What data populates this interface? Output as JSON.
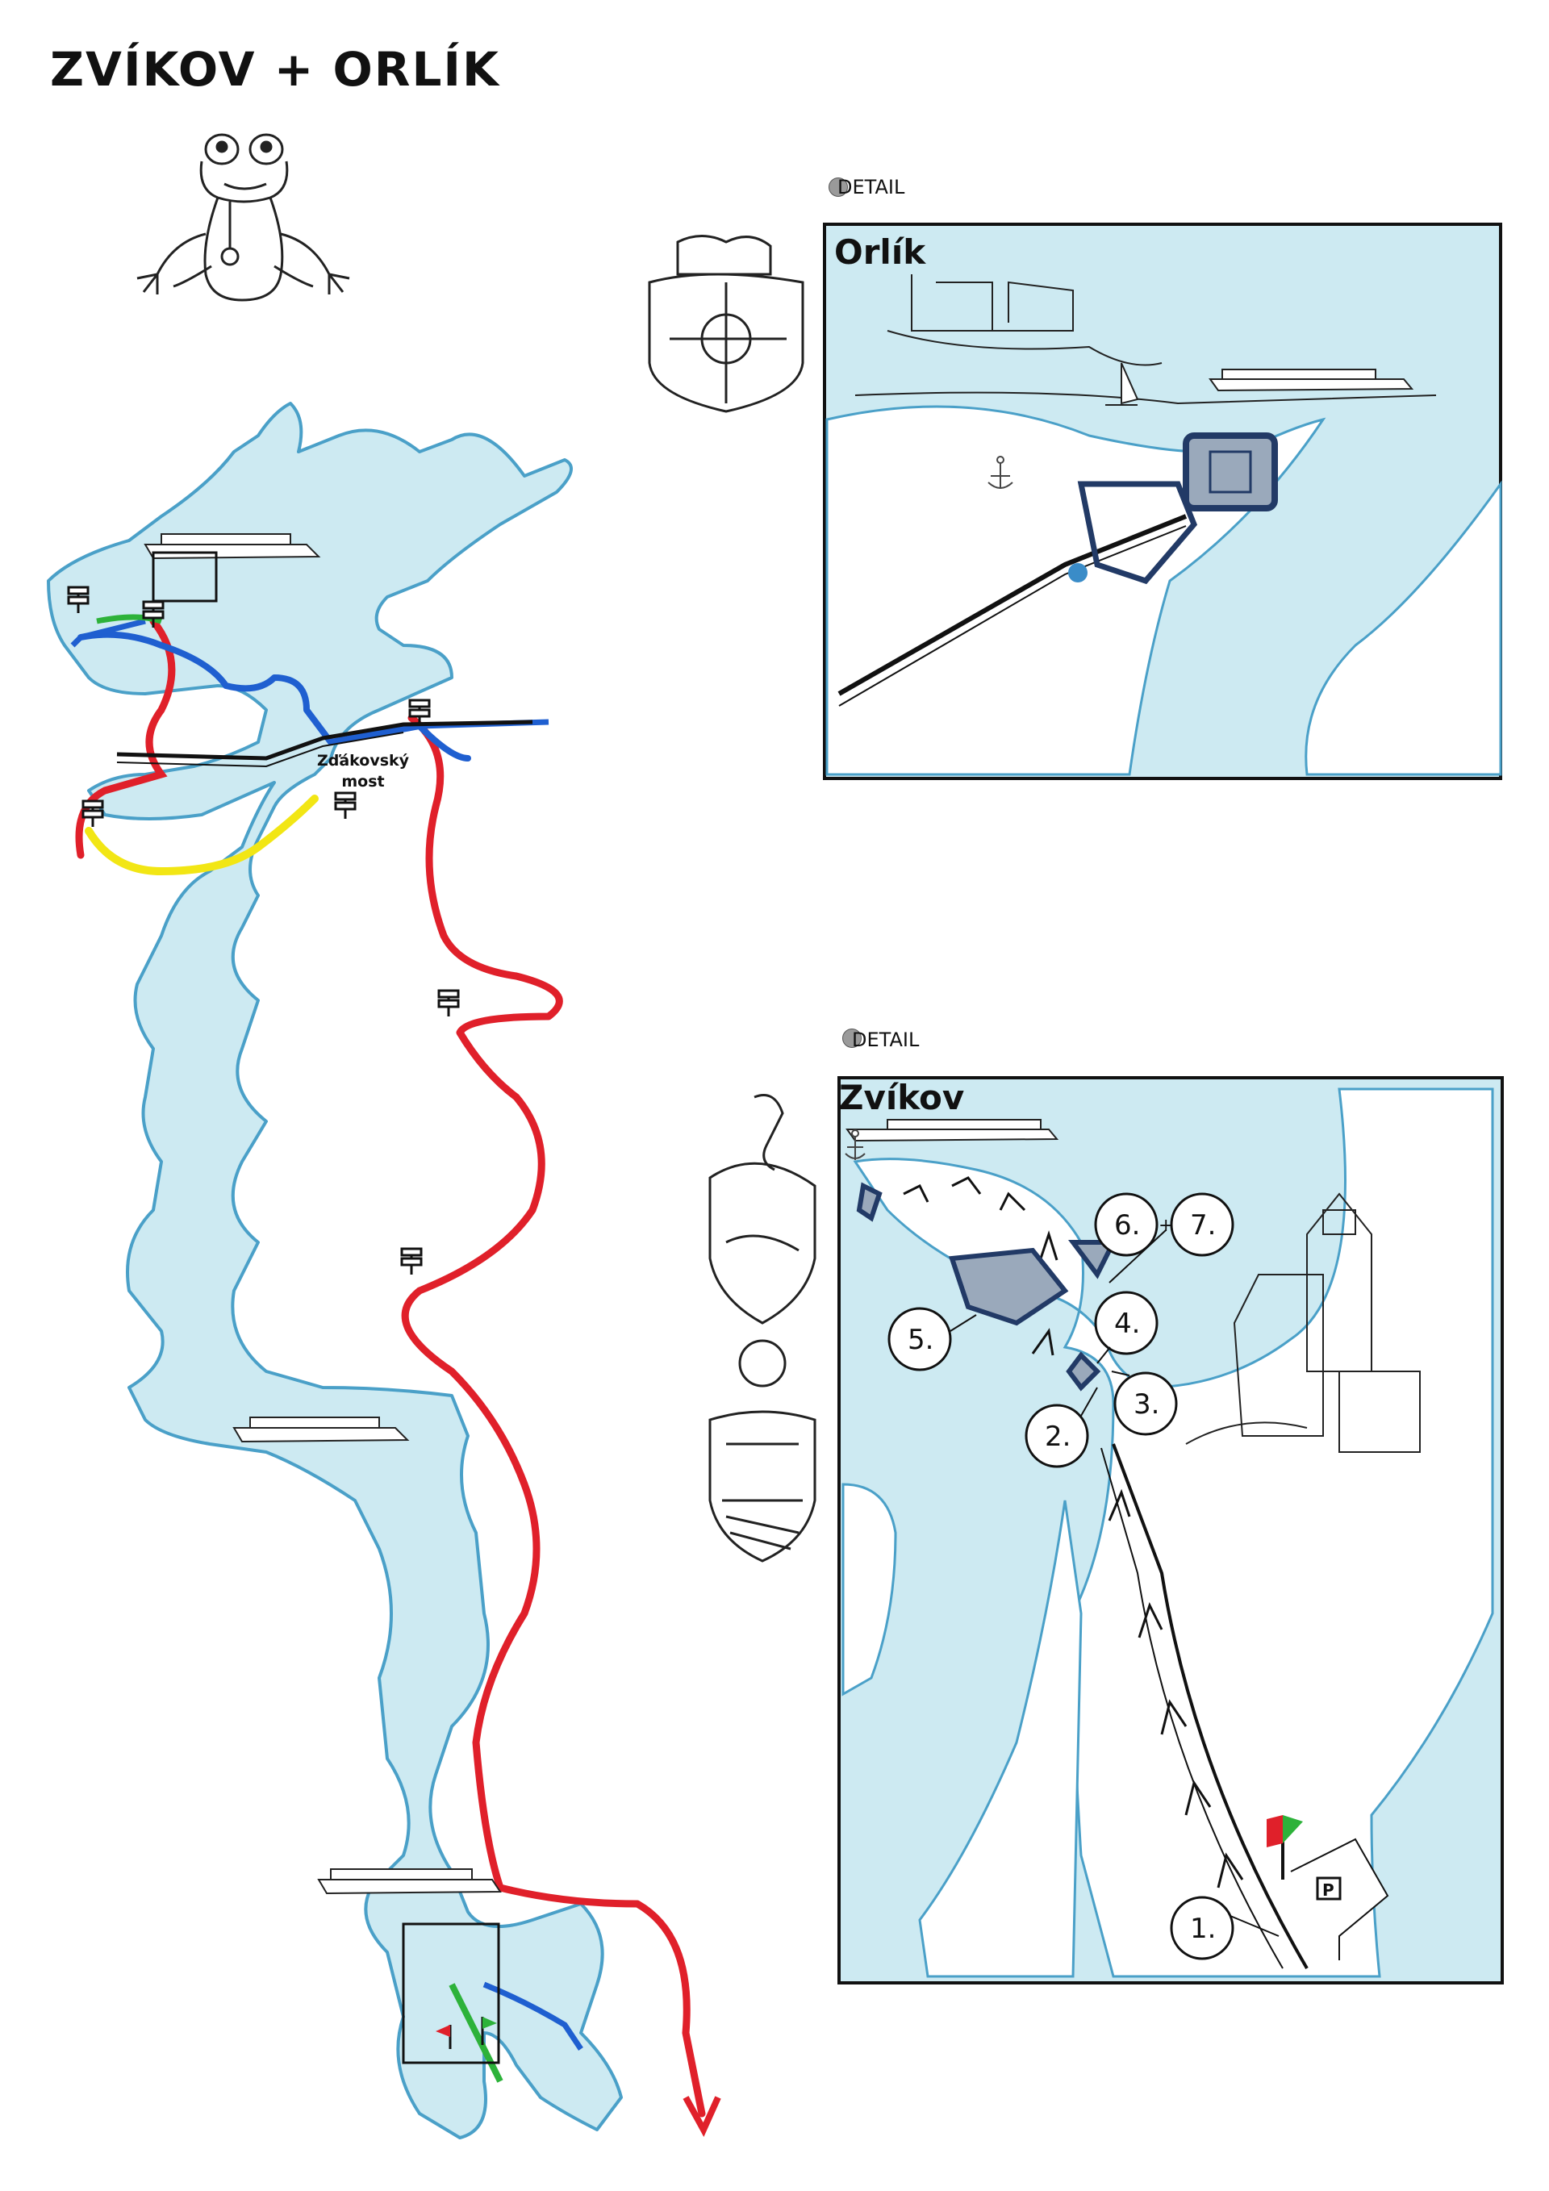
{
  "title": "ZVÍKOV + ORLÍK",
  "bridge_label_line1": "Zďákovský",
  "bridge_label_line2": "most",
  "details": [
    {
      "label": "DETAIL",
      "panel_title": "Orlík"
    },
    {
      "label": "DETAIL",
      "panel_title": "Zvíkov"
    }
  ],
  "steps": [
    "1.",
    "2.",
    "3.",
    "4.",
    "5.",
    "6.",
    "7."
  ],
  "parking_sign": "P",
  "colors": {
    "water": "#cdeaf2",
    "water_edge": "#4aa0c8",
    "route_red": "#e0202a",
    "route_blue": "#1f5fd0",
    "route_yellow": "#f2e614",
    "route_green": "#2db23a",
    "road": "#111111"
  },
  "icons": [
    "frog-mascot-icon",
    "boat-icon",
    "signpost-icon",
    "anchor-icon",
    "coat-of-arms-icon",
    "castle-icon",
    "flag-icon"
  ]
}
